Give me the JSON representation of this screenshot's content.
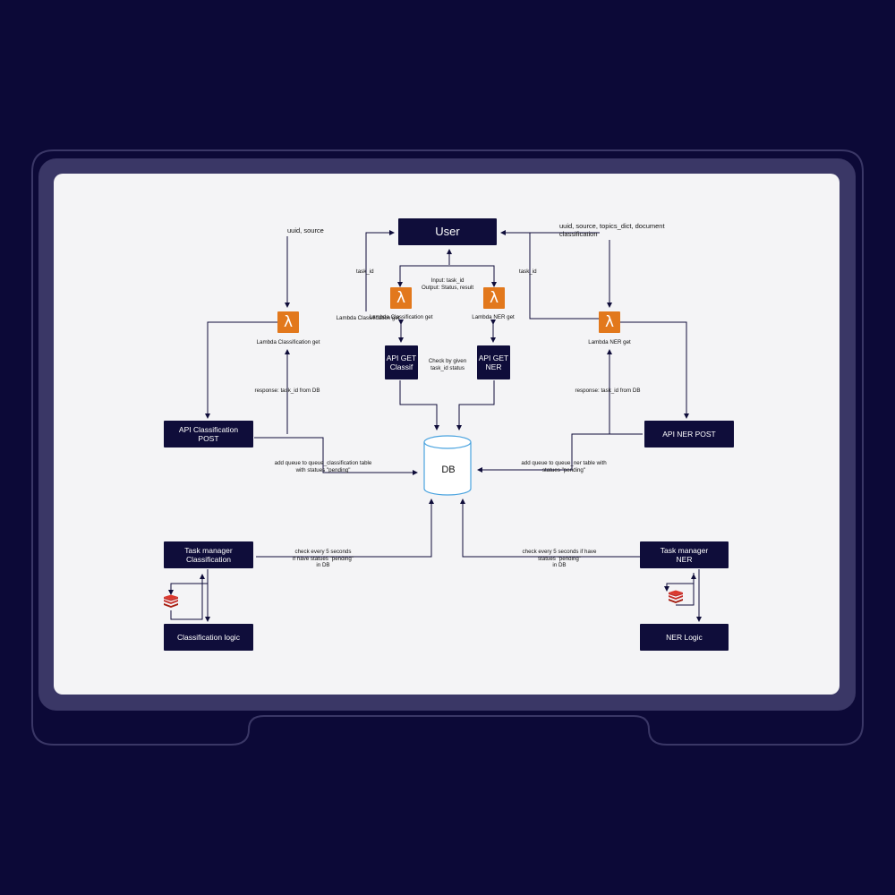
{
  "nodes": {
    "user": "User",
    "api_classification_post": [
      "API Classification",
      "POST"
    ],
    "api_ner_post": "API NER POST",
    "api_get_classif": [
      "API GET",
      "Classif"
    ],
    "api_get_ner": [
      "API GET",
      "NER"
    ],
    "db": "DB",
    "task_manager_classification": [
      "Task manager",
      "Classification"
    ],
    "task_manager_ner": [
      "Task manager",
      "NER"
    ],
    "classification_logic": "Classification logic",
    "ner_logic": "NER Logic"
  },
  "lambdas": {
    "left_post": "Lambda Classification get",
    "center_classif": "Lambda Classification get",
    "center_ner": "Lambda NER get",
    "right_post": "Lambda NER get"
  },
  "labels": {
    "uuid_source": "uuid, source",
    "uuid_source_topics": [
      "uuid, source, topics_dict, document",
      "classification"
    ],
    "task_id_left": "task_id",
    "task_id_right": "task_id",
    "input_output": [
      "Input: task_id",
      "Output: Status, result"
    ],
    "check_status": [
      "Check by given",
      "task_id status"
    ],
    "response_left": "response: task_id from DB",
    "response_right": "response: task_id from DB",
    "queue_classification": [
      "add queue to queue_classification table",
      "with statues \"pending\""
    ],
    "queue_ner": [
      "add queue to queue_ner table with",
      "statues \"pending\""
    ],
    "check_left": [
      "check every 5 seconds",
      "if have statues \"pending\"",
      "in DB"
    ],
    "check_right": [
      "check every 5 seconds if have",
      "statues \"pending\"",
      "in DB"
    ]
  },
  "icons": {
    "lambda": "aws-lambda-icon",
    "cache": "redis-icon"
  },
  "colors": {
    "background": "#0c0937",
    "node": "#0f0d3a",
    "lambda": "#e2781c",
    "db": "#4aa3df",
    "redis": "#c6302b"
  }
}
